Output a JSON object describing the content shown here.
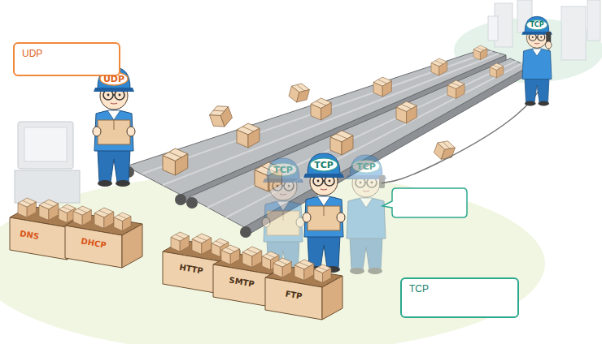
{
  "diagram": {
    "nodes": [
      {
        "text": [
          "UDP"
        ]
      },
      {
        "text": [
          "TCP"
        ]
      }
    ],
    "labels": [
      "TCP",
      "UDP",
      "TCP",
      "TCP",
      "TCP",
      "DNS",
      "DHCP",
      "HTTP",
      "SMTP",
      "FTP"
    ]
  }
}
